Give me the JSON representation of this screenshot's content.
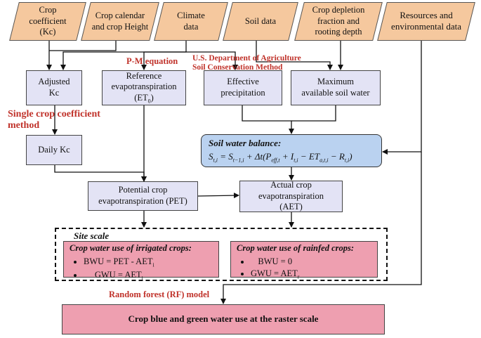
{
  "inputs": {
    "kc": "Crop coefficient (Kc)",
    "calendar": "Crop calendar and crop Height",
    "climate": "Climate data",
    "soil": "Soil data",
    "depletion": "Crop depletion fraction and rooting depth",
    "resources": "Resources and environmental data"
  },
  "methods": {
    "pm": "P-M equation",
    "usda_1": "U.S. Department of Agriculture",
    "usda_2": "Soil Conservation Method",
    "single_1": "Single crop coefficient",
    "single_2": "method",
    "rf": "Random forest (RF) model"
  },
  "process": {
    "adjusted_kc_1": "Adjusted",
    "adjusted_kc_2": "Kc",
    "ref_et_1": "Reference",
    "ref_et_2": "evapotranspiration",
    "ref_et_3": "(ET",
    "ref_et_sub": "0",
    "ref_et_4": ")",
    "eff_precip_1": "Effective",
    "eff_precip_2": "precipitation",
    "max_soil_1": "Maximum",
    "max_soil_2": "available soil water",
    "daily_kc": "Daily Kc",
    "pet_1": "Potential crop",
    "pet_2": "evapotranspiration (PET)",
    "aet_1": "Actual crop",
    "aet_2": "evapotranspiration",
    "aet_3": "(AET)"
  },
  "balance": {
    "title": "Soil water balance:",
    "equation": "S_{t,i} = S_{t−1,i} + Δt(P_{eff,t} + I_{t,i} − ET_{a,t,i} − R_{t,i})"
  },
  "site": {
    "title": "Site scale",
    "irrigated_title": "Crop water use of irrigated crops:",
    "irrigated_bwu": "BWU = PET - AET",
    "irrigated_bwu_sub": "i",
    "irrigated_gwu": "GWU = AET",
    "irrigated_gwu_sub": "i",
    "rainfed_title": "Crop water use of rainfed crops:",
    "rainfed_bwu": "BWU = 0",
    "rainfed_gwu": "GWU = AET",
    "rainfed_gwu_sub": "r"
  },
  "output": "Crop blue and green water use at the raster scale"
}
